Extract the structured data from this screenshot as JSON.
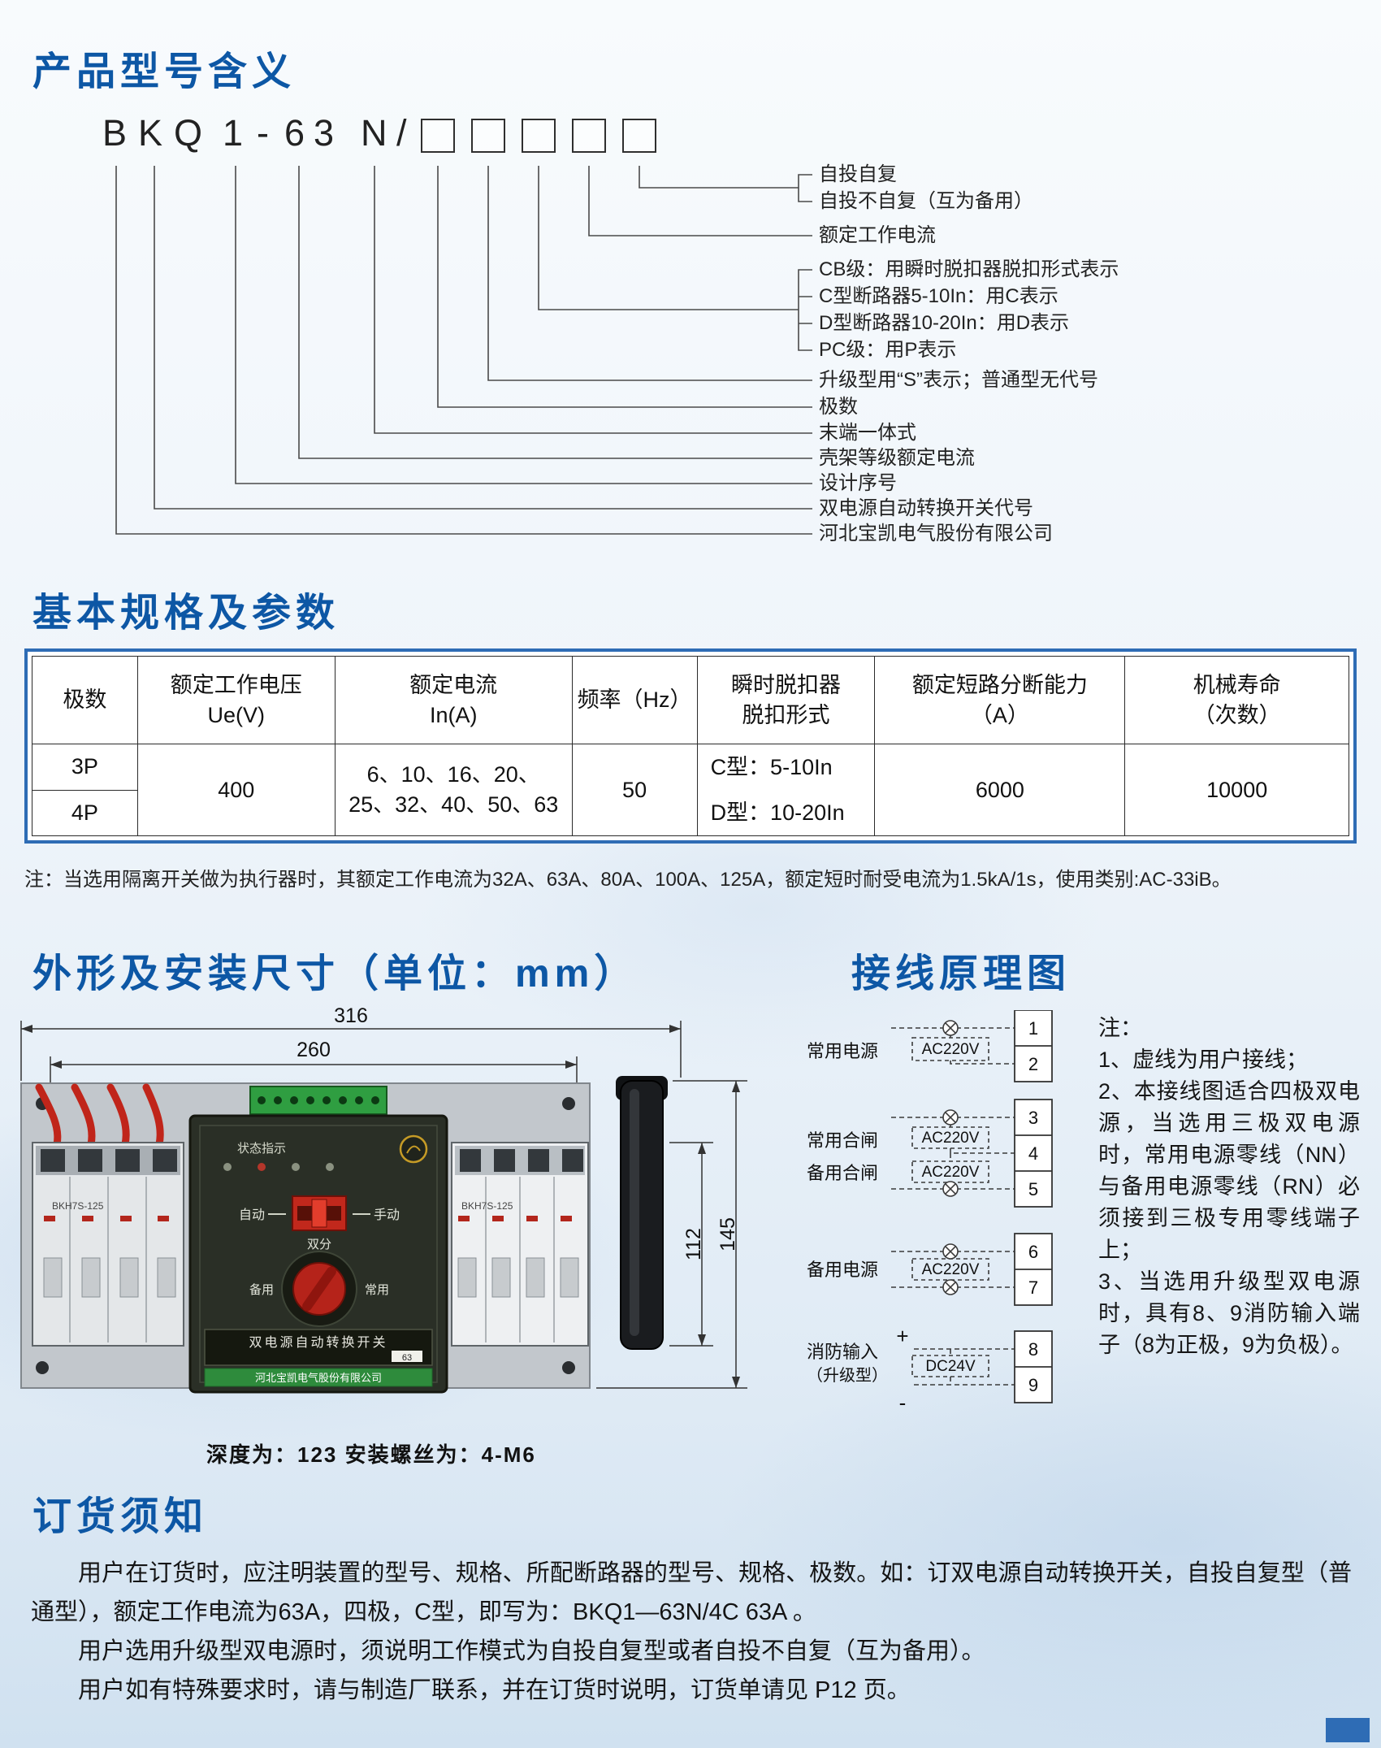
{
  "sections": {
    "model": {
      "title": "产品型号含义"
    },
    "specs": {
      "title": "基本规格及参数"
    },
    "dimensions": {
      "title": "外形及安装尺寸（单位：mm）"
    },
    "wiring": {
      "title": "接线原理图"
    },
    "ordering": {
      "title": "订货须知"
    }
  },
  "model": {
    "code_chars": [
      "B",
      "K",
      "Q",
      "1",
      "-",
      "6",
      "3",
      "N",
      "/"
    ],
    "box_count": 5,
    "labels": [
      "自投自复",
      "自投不自复（互为备用）",
      "额定工作电流",
      "CB级：用瞬时脱扣器脱扣形式表示",
      "C型断路器5-10In：用C表示",
      "D型断路器10-20In：用D表示",
      "PC级：用P表示",
      "升级型用“S”表示；普通型无代号",
      "极数",
      "末端一体式",
      "壳架等级额定电流",
      "设计序号",
      "双电源自动转换开关代号",
      "河北宝凯电气股份有限公司"
    ]
  },
  "spec_table": {
    "headers": [
      [
        "极数",
        ""
      ],
      [
        "额定工作电压",
        "Ue(V)"
      ],
      [
        "额定电流",
        "In(A)"
      ],
      [
        "频率（Hz）",
        ""
      ],
      [
        "瞬时脱扣器",
        "脱扣形式"
      ],
      [
        "额定短路分断能力",
        "（A）"
      ],
      [
        "机械寿命",
        "（次数）"
      ]
    ],
    "poles": [
      "3P",
      "4P"
    ],
    "voltage": "400",
    "current": "6、10、16、20、25、32、40、50、63",
    "frequency": "50",
    "trip_types": [
      "C型：5-10In",
      "D型：10-20In"
    ],
    "breaking_capacity": "6000",
    "mechanical_life": "10000",
    "note": "注：当选用隔离开关做为执行器时，其额定工作电流为32A、63A、80A、100A、125A，额定短时耐受电流为1.5kA/1s，使用类别:AC-33iB。"
  },
  "figure": {
    "dim_width": "316",
    "dim_inner": "260",
    "dim_h1": "112",
    "dim_h2": "145",
    "caption": "深度为：123  安装螺丝为：4-M6",
    "device": {
      "status_label": "状态指示",
      "auto": "自动",
      "manual": "手动",
      "dual_off": "双分",
      "backup": "备用",
      "normal": "常用",
      "name": "双电源自动转换开关",
      "company": "河北宝凯电气股份有限公司",
      "rating": "63",
      "breaker_model": "BKH7S-125"
    }
  },
  "wiring": {
    "terminals": [
      "1",
      "2",
      "3",
      "4",
      "5",
      "6",
      "7",
      "8",
      "9"
    ],
    "groups": [
      {
        "label": "常用电源",
        "source": "AC220V"
      },
      {
        "label": "常用合闸",
        "source": "AC220V"
      },
      {
        "label": "备用合闸",
        "source": "AC220V"
      },
      {
        "label": "备用电源",
        "source": "AC220V"
      },
      {
        "label_line1": "消防输入",
        "label_line2": "（升级型）",
        "source": "DC24V",
        "plus": "+",
        "minus": "-"
      }
    ],
    "notes": {
      "title": "注：",
      "items": [
        "1、虚线为用户接线；",
        "2、本接线图适合四极双电源，当选用三极双电源时，常用电源零线（NN）与备用电源零线（RN）必须接到三极专用零线端子上；",
        "3、当选用升级型双电源时，具有8、9消防输入端子（8为正极，9为负极）。"
      ]
    }
  },
  "ordering": {
    "paragraphs": [
      "用户在订货时，应注明装置的型号、规格、所配断路器的型号、规格、极数。如：订双电源自动转换开关，自投自复型（普通型），额定工作电流为63A，四极，C型，即写为：BKQ1—63N/4C 63A 。",
      "用户选用升级型双电源时，须说明工作模式为自投自复型或者自投不自复（互为备用）。",
      "用户如有特殊要求时，请与制造厂联系，并在订货时说明，订货单请见 P12 页。"
    ]
  }
}
